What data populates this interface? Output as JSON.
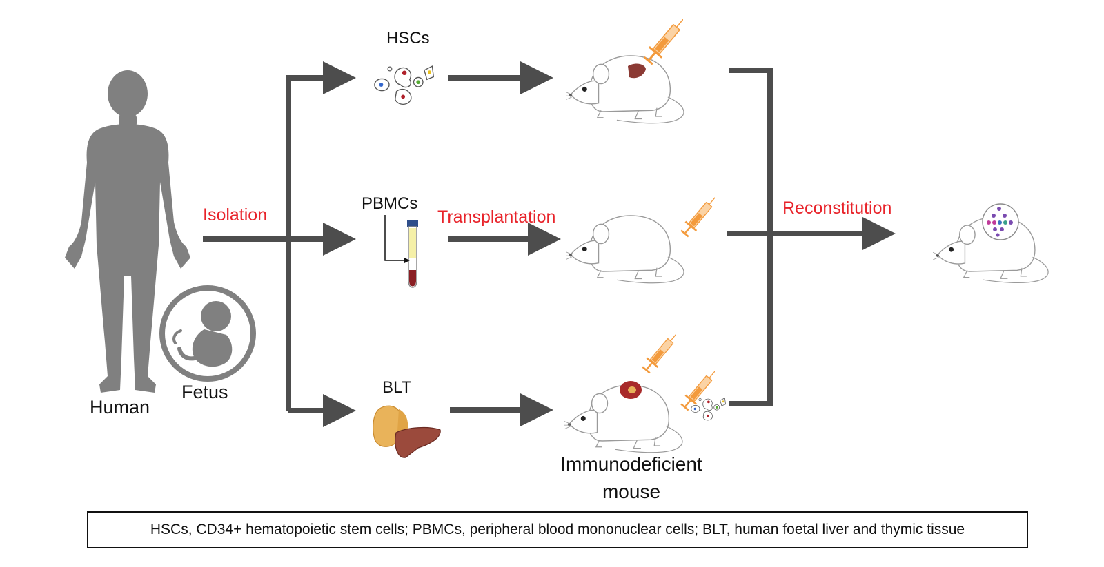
{
  "labels": {
    "human": "Human",
    "fetus": "Fetus",
    "isolation": "Isolation",
    "hscs": "HSCs",
    "pbmcs": "PBMCs",
    "blt": "BLT",
    "transplantation": "Transplantation",
    "reconstitution": "Reconstitution",
    "mouse_line1": "Immunodeficient",
    "mouse_line2": "mouse"
  },
  "caption": "HSCs, CD34+ hematopoietic stem cells; PBMCs, peripheral blood mononuclear cells; BLT, human foetal liver and thymic tissue",
  "colors": {
    "arrow": "#4d4d4d",
    "silhouette": "#808080",
    "accent_red": "#e8232a",
    "syringe": "#f39a3c",
    "liver": "#8b3a34"
  }
}
